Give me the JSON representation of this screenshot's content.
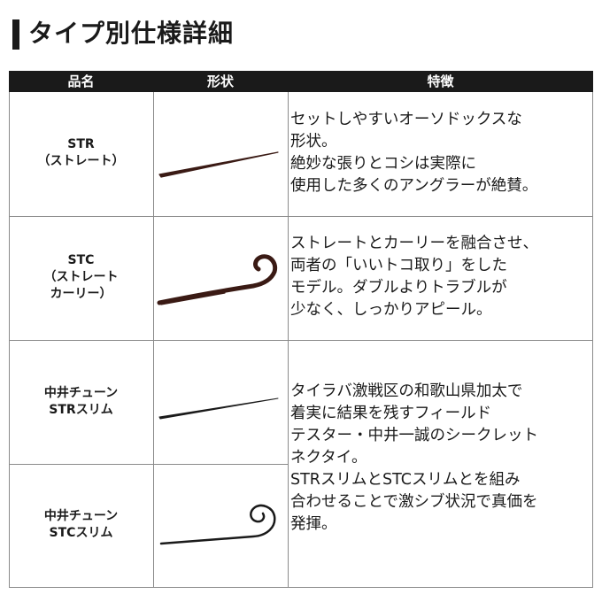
{
  "page": {
    "title": "タイプ別仕様詳細"
  },
  "table": {
    "headers": {
      "name": "品名",
      "shape": "形状",
      "feature": "特徴"
    },
    "rows": [
      {
        "name_lines": [
          "STR",
          "（ストレート）"
        ],
        "shape_icon": "straight-lure-icon",
        "feature_lines": [
          "セットしやすいオーソドックスな",
          "形状。",
          "絶妙な張りとコシは実際に",
          "使用した多くのアングラーが絶賛。"
        ]
      },
      {
        "name_lines": [
          "STC",
          "（ストレート",
          "カーリー）"
        ],
        "shape_icon": "curly-lure-icon",
        "feature_lines": [
          "ストレートとカーリーを融合させ、",
          "両者の「いいトコ取り」をした",
          "モデル。ダブルよりトラブルが",
          "少なく、しっかりアピール。"
        ]
      },
      {
        "name_lines": [
          "中井チューン",
          "STRスリム"
        ],
        "shape_icon": "slim-straight-lure-icon"
      },
      {
        "name_lines": [
          "中井チューン",
          "STCスリム"
        ],
        "shape_icon": "slim-curly-lure-icon"
      }
    ],
    "shared_feature_lines": [
      "タイラバ激戦区の和歌山県加太で",
      "着実に結果を残すフィールド",
      "テスター・中井一誠のシークレット",
      "ネクタイ。",
      "STRスリムとSTCスリムとを組み",
      "合わせることで激シブ状況で真価を",
      "発揮。"
    ]
  },
  "colors": {
    "header_bg": "#1a1a1a",
    "lure_color": "#3a1a14",
    "slim_lure_color": "#1a1a1a"
  }
}
